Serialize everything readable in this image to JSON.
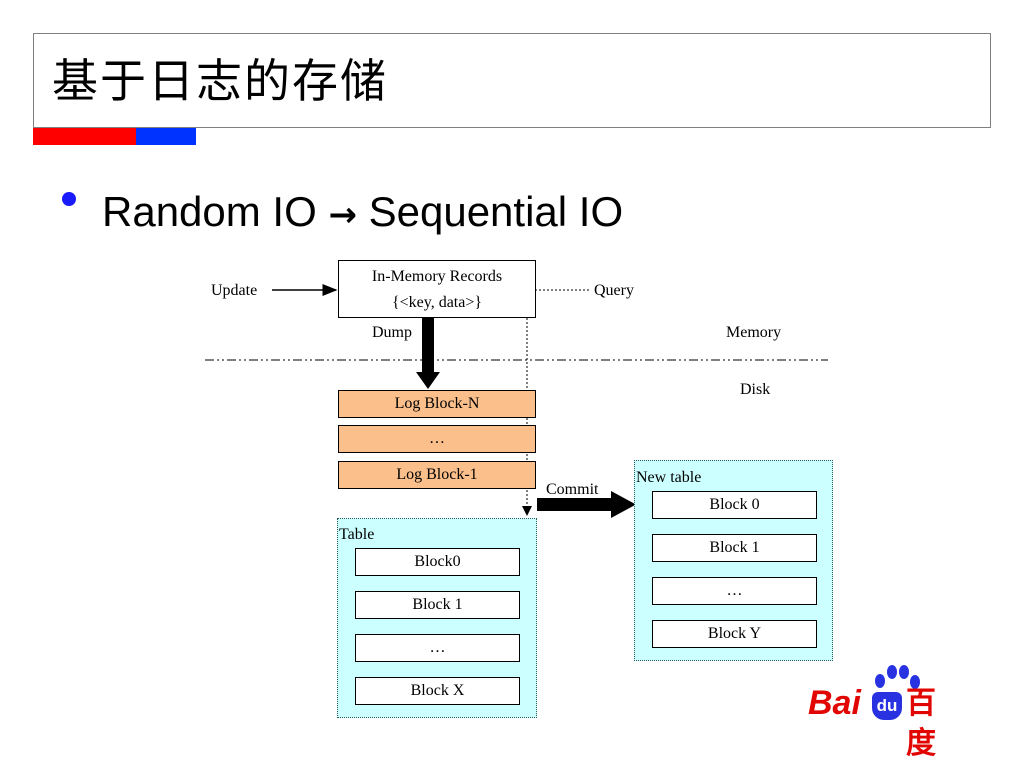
{
  "slide": {
    "title": "基于日志的存储",
    "bullet": {
      "before": "Random IO ",
      "arrow": "→",
      "after": " Sequential IO"
    }
  },
  "diagram": {
    "memory_records": {
      "line1": "In-Memory Records",
      "line2": "{<key, data>}"
    },
    "update_label": "Update",
    "query_label": "Query",
    "dump_label": "Dump",
    "memory_label": "Memory",
    "disk_label": "Disk",
    "log_blocks": [
      "Log Block-N",
      "…",
      "Log Block-1"
    ],
    "commit_label": "Commit",
    "table": {
      "title": "Table",
      "blocks": [
        "Block0",
        "Block 1",
        "…",
        "Block X"
      ]
    },
    "new_table": {
      "title": "New table",
      "blocks": [
        "Block 0",
        "Block 1",
        "…",
        "Block Y"
      ]
    }
  },
  "logo": {
    "bai": "Bai",
    "du": "du",
    "cn": "百度"
  }
}
